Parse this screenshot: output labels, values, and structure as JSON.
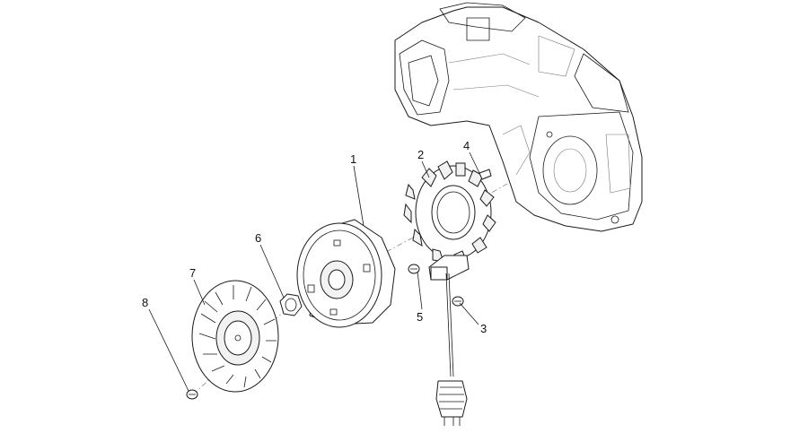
{
  "callouts": [
    {
      "number": "1",
      "part": "flywheel-rotor"
    },
    {
      "number": "2",
      "part": "stator"
    },
    {
      "number": "3",
      "part": "screw"
    },
    {
      "number": "4",
      "part": "woodruff-key"
    },
    {
      "number": "5",
      "part": "screw"
    },
    {
      "number": "6",
      "part": "nut"
    },
    {
      "number": "7",
      "part": "cooling-fan"
    },
    {
      "number": "8",
      "part": "screw"
    }
  ]
}
